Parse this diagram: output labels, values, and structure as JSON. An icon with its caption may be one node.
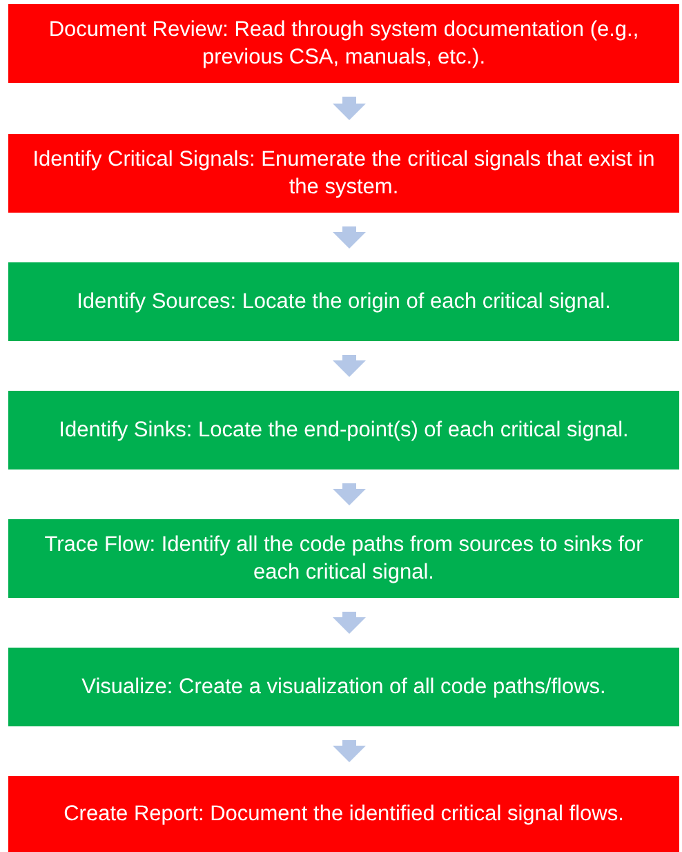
{
  "diagram": {
    "nodes": [
      {
        "text": [
          "Document Review: Read through system documentation (e.g., previous CSA, manuals, etc.)."
        ]
      },
      {
        "text": [
          "Identify Critical Signals: Enumerate the critical signals that exist in the system."
        ]
      },
      {
        "text": [
          "Identify Sources: Locate the origin of each critical signal."
        ]
      },
      {
        "text": [
          "Identify Sinks: Locate the end-point(s) of each critical signal."
        ]
      },
      {
        "text": [
          "Trace Flow: Identify all the code paths from sources to sinks for each critical signal."
        ]
      },
      {
        "text": [
          "Visualize: Create a visualization of all code paths/flows."
        ]
      },
      {
        "text": [
          "Create Report: Document the identified critical signal flows."
        ]
      }
    ],
    "edges": [
      {
        "from": 0,
        "to": 1,
        "arrow": "to"
      },
      {
        "from": 1,
        "to": 2,
        "arrow": "to"
      },
      {
        "from": 2,
        "to": 3,
        "arrow": "to"
      },
      {
        "from": 3,
        "to": 4,
        "arrow": "to"
      },
      {
        "from": 4,
        "to": 5,
        "arrow": "to"
      },
      {
        "from": 5,
        "to": 6,
        "arrow": "to"
      }
    ]
  }
}
